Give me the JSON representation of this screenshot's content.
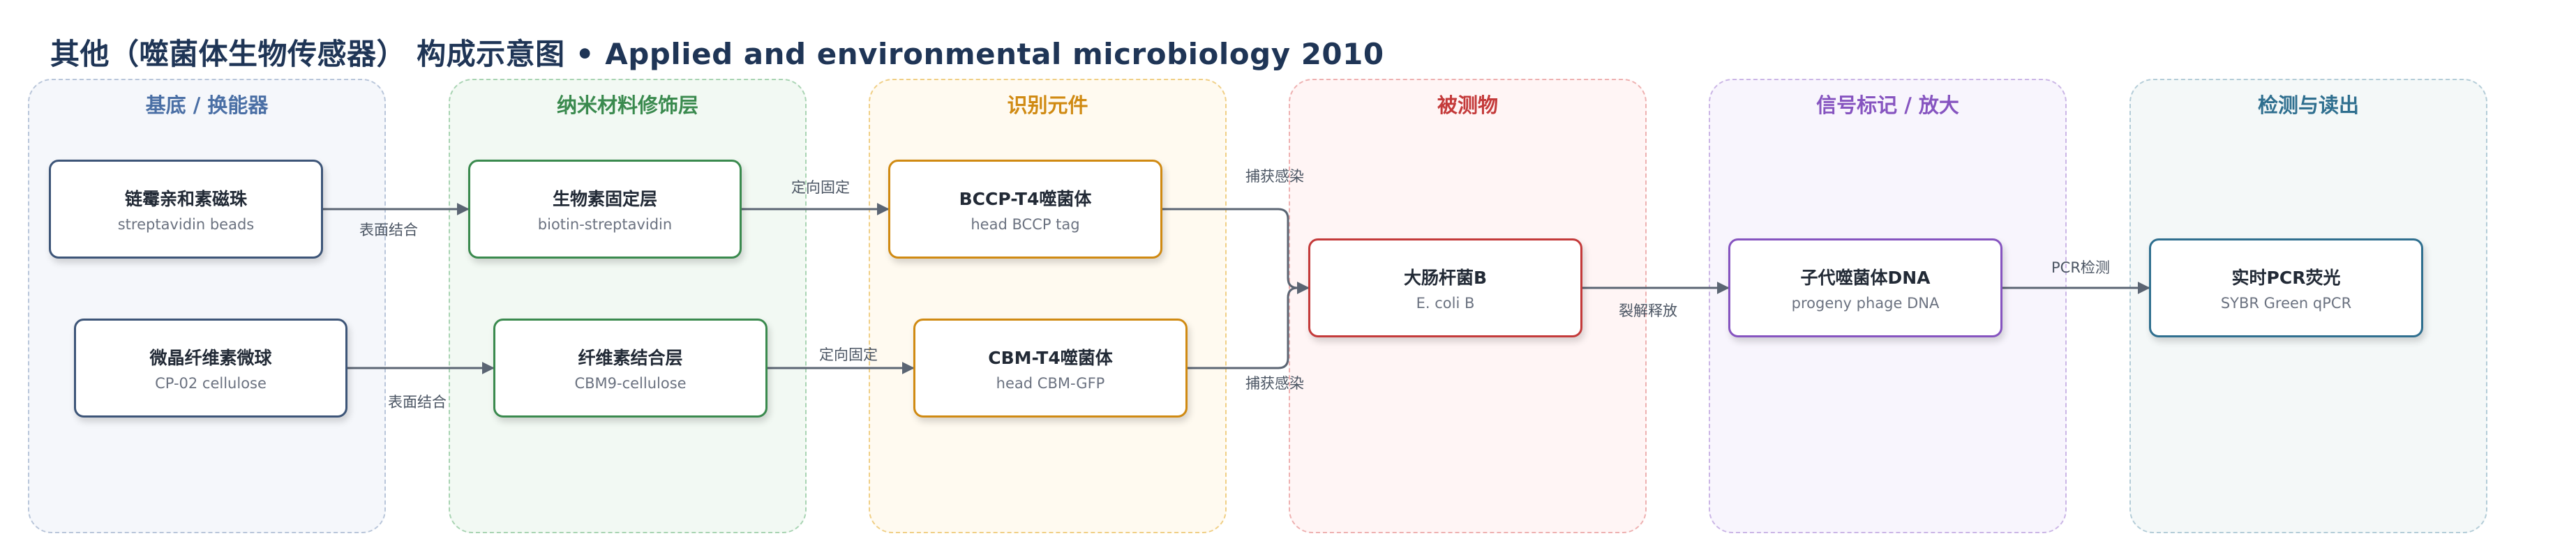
{
  "title": "其他（噬菌体生物传感器） 构成示意图 • Applied and environmental microbiology 2010",
  "zones": [
    {
      "id": "substrate",
      "title": "基底 / 换能器",
      "color": "#4a6fa5"
    },
    {
      "id": "nano",
      "title": "纳米材料修饰层",
      "color": "#3a8a4e"
    },
    {
      "id": "recognition",
      "title": "识别元件",
      "color": "#d08a12"
    },
    {
      "id": "analyte",
      "title": "被测物",
      "color": "#c43a3a"
    },
    {
      "id": "signal",
      "title": "信号标记 / 放大",
      "color": "#8654c0"
    },
    {
      "id": "readout",
      "title": "检测与读出",
      "color": "#2f6f8f"
    }
  ],
  "nodes": {
    "streptavidin_beads": {
      "title": "链霉亲和素磁珠",
      "sub": "streptavidin beads"
    },
    "cellulose": {
      "title": "微晶纤维素微球",
      "sub": "CP-02 cellulose"
    },
    "biotin_layer": {
      "title": "生物素固定层",
      "sub": "biotin-streptavidin"
    },
    "cbm_layer": {
      "title": "纤维素结合层",
      "sub": "CBM9-cellulose"
    },
    "bccp_phage": {
      "title": "BCCP-T4噬菌体",
      "sub": "head BCCP tag"
    },
    "cbm_phage": {
      "title": "CBM-T4噬菌体",
      "sub": "head CBM-GFP"
    },
    "ecoli": {
      "title": "大肠杆菌B",
      "sub": "E. coli B"
    },
    "progeny_dna": {
      "title": "子代噬菌体DNA",
      "sub": "progeny phage DNA"
    },
    "qpcr": {
      "title": "实时PCR荧光",
      "sub": "SYBR Green qPCR"
    }
  },
  "edge_labels": {
    "beads_to_biotin": "表面结合",
    "cellulose_to_cbm": "表面结合",
    "biotin_to_bccp": "定向固定",
    "cbm_to_cbmphage": "定向固定",
    "bccp_to_ecoli": "捕获感染",
    "cbmphage_to_ecoli": "捕获感染",
    "ecoli_to_dna": "裂解释放",
    "dna_to_qpcr": "PCR检测"
  },
  "colors": {
    "title": "#1f3556",
    "arrow": "#5b6573",
    "substrate_border": "#3d5578",
    "nano_border": "#3a8a4e",
    "recognition_border": "#d08a12",
    "analyte_border": "#c43a3a",
    "signal_border": "#8654c0",
    "readout_border": "#2f6f8f"
  }
}
